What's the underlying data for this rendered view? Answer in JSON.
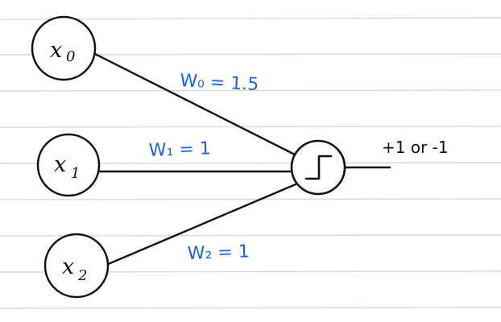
{
  "notebook": {
    "rule_color": "#d9d9d9"
  },
  "colors": {
    "ink": "#111111",
    "annotation_blue": "#1f63d8"
  },
  "diagram": {
    "inputs": [
      {
        "id": "x0",
        "label": "x",
        "subscript": "0"
      },
      {
        "id": "x1",
        "label": "x",
        "subscript": "1"
      },
      {
        "id": "x2",
        "label": "x",
        "subscript": "2"
      }
    ],
    "weights": [
      {
        "label": "W₀ = 1.5"
      },
      {
        "label": "W₁ = 1"
      },
      {
        "label": "W₂ = 1"
      }
    ],
    "activation": {
      "icon": "step-function-icon"
    },
    "output_label": "+1 or -1"
  }
}
